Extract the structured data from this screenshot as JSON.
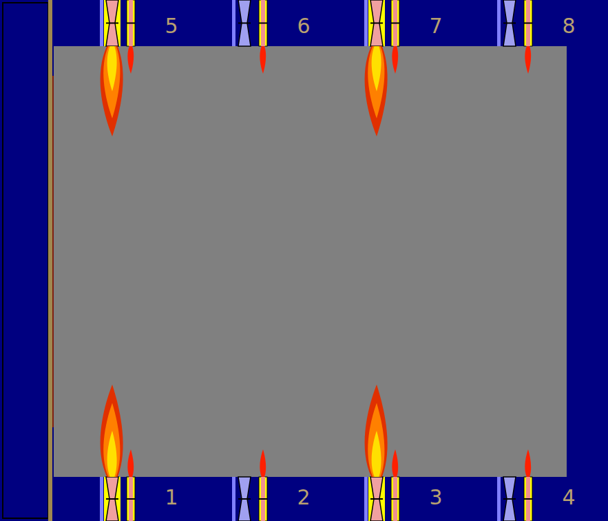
{
  "diagram": {
    "labels": [
      "5",
      "6",
      "7",
      "8",
      "1",
      "2",
      "3",
      "4"
    ]
  }
}
